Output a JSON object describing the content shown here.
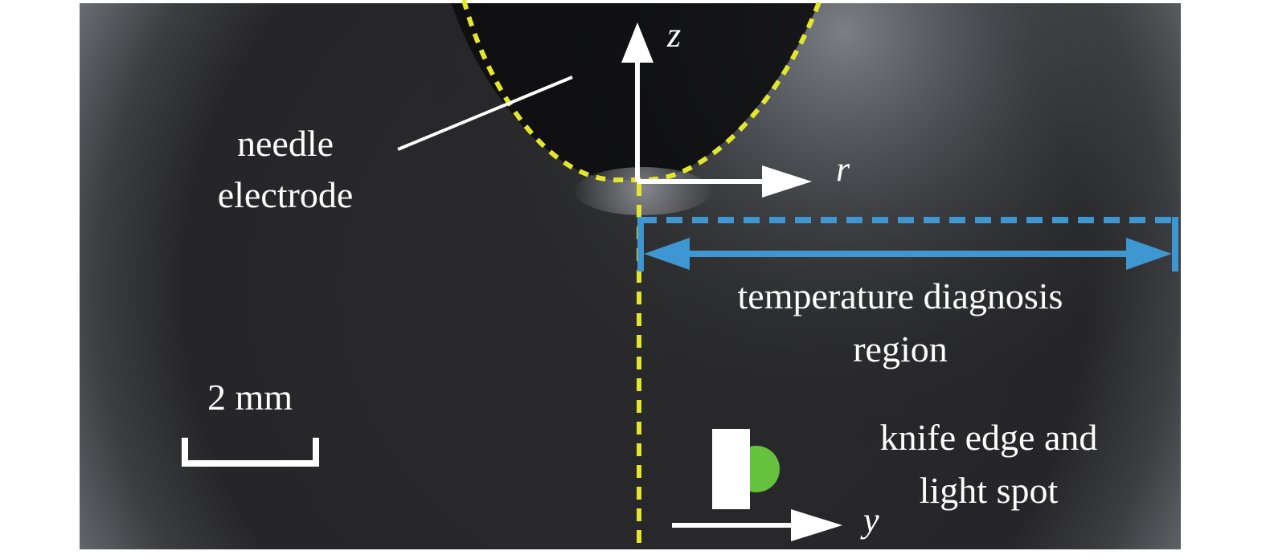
{
  "labels": {
    "needle_line1": "needle",
    "needle_line2": "electrode",
    "region_line1": "temperature diagnosis",
    "region_line2": "region",
    "scale": "2 mm",
    "knife_line1": "knife edge and",
    "knife_line2": "light spot"
  },
  "axes": {
    "z": "z",
    "r": "r",
    "y": "y"
  },
  "colors": {
    "background": "#1f1f1f",
    "needle_outline": "#e3e62e",
    "region": "#3f97d2",
    "light_spot": "#66c13f",
    "annotation": "#ffffff"
  }
}
